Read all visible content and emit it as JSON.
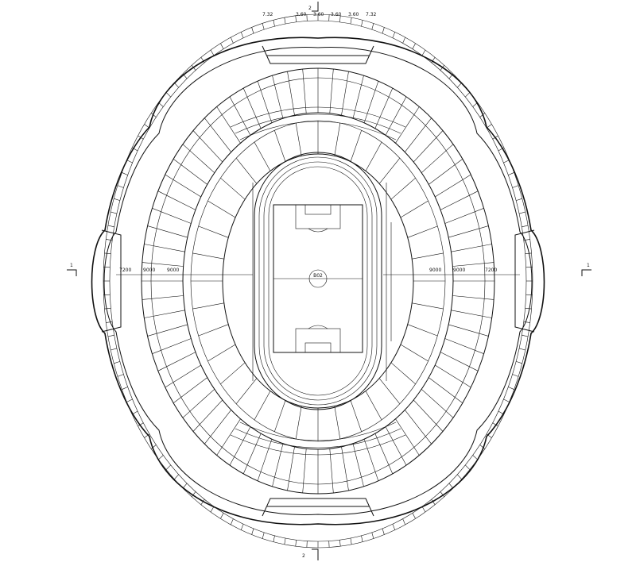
{
  "drawing": {
    "center_label": "B02",
    "field_markings": [
      "field-line"
    ],
    "axis_markers": [
      {
        "id": "top",
        "label": "2"
      },
      {
        "id": "bottom",
        "label": "2"
      },
      {
        "id": "left",
        "label": "1"
      },
      {
        "id": "right",
        "label": "1"
      }
    ],
    "dimension_labels": [
      "7.32",
      "3.60",
      "3.60",
      "3.60",
      "3.60",
      "7.32"
    ],
    "center_row_dims": [
      "7200",
      "9000",
      "9000",
      "9000",
      "9000",
      "7200"
    ]
  }
}
